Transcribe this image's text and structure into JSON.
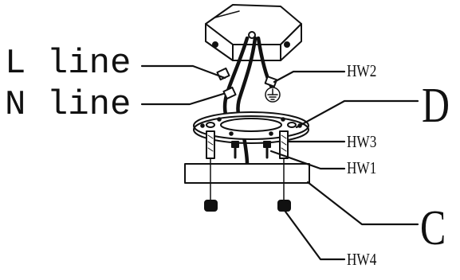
{
  "diagram": {
    "labels": {
      "l_line": "L line",
      "n_line": "N line",
      "hw2": "HW2",
      "hw3": "HW3",
      "hw1": "HW1",
      "hw4": "HW4",
      "d": "D",
      "c": "C"
    },
    "colors": {
      "ink": "#111111",
      "background": "#ffffff"
    },
    "icons": [
      "ground-symbol-icon"
    ]
  }
}
